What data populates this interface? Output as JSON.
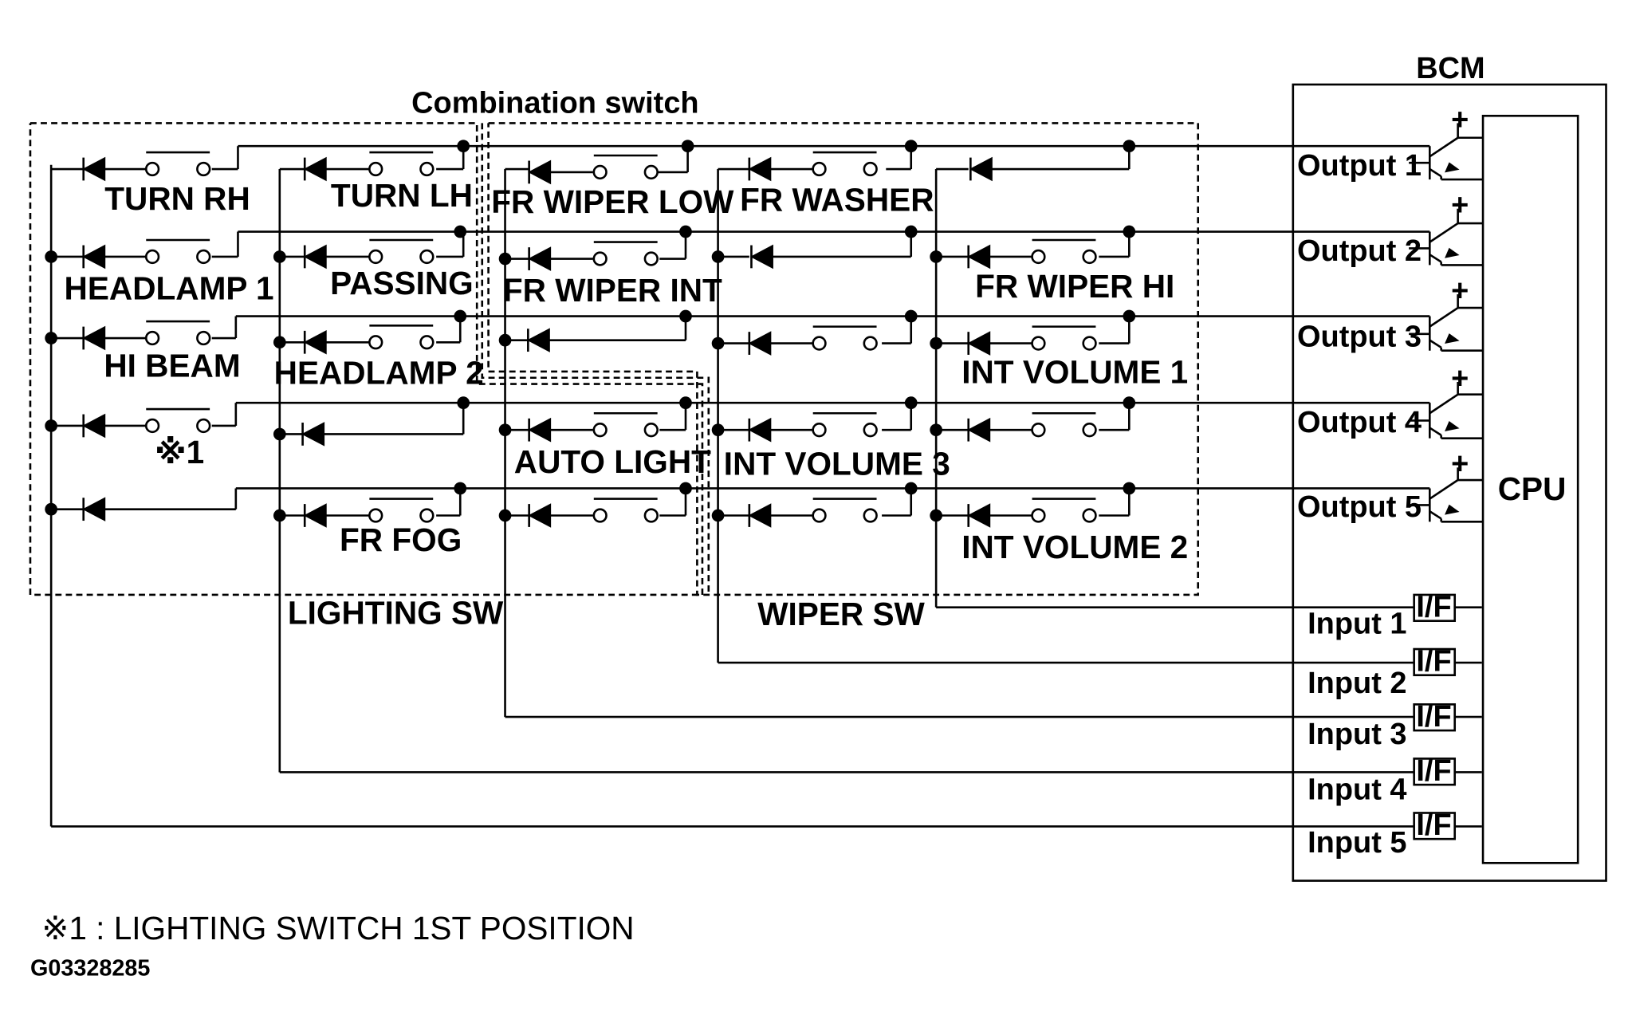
{
  "title": "Combination switch",
  "bcm_label": "BCM",
  "cpu_label": "CPU",
  "lighting_sw_label": "LIGHTING SW",
  "wiper_sw_label": "WIPER SW",
  "switch_labels": {
    "turn_rh": "TURN RH",
    "turn_lh": "TURN LH",
    "headlamp_1": "HEADLAMP 1",
    "passing": "PASSING",
    "hi_beam": "HI BEAM",
    "headlamp_2": "HEADLAMP 2",
    "mark_1": "※1",
    "fr_fog": "FR FOG",
    "fr_wiper_low": "FR WIPER LOW",
    "fr_wiper_int": "FR WIPER INT",
    "auto_light": "AUTO LIGHT",
    "fr_washer": "FR WASHER",
    "int_volume_3": "INT VOLUME 3",
    "fr_wiper_hi": "FR WIPER HI",
    "int_volume_1": "INT VOLUME 1",
    "int_volume_2": "INT VOLUME 2"
  },
  "outputs": [
    "Output 1",
    "Output 2",
    "Output 3",
    "Output 4",
    "Output 5"
  ],
  "inputs": [
    "Input 1",
    "Input 2",
    "Input 3",
    "Input 4",
    "Input 5"
  ],
  "interface_label": "I/F",
  "transistor_plus": "+",
  "footnote": "※1 : LIGHTING SWITCH 1ST POSITION",
  "figure_code": "G03328285"
}
